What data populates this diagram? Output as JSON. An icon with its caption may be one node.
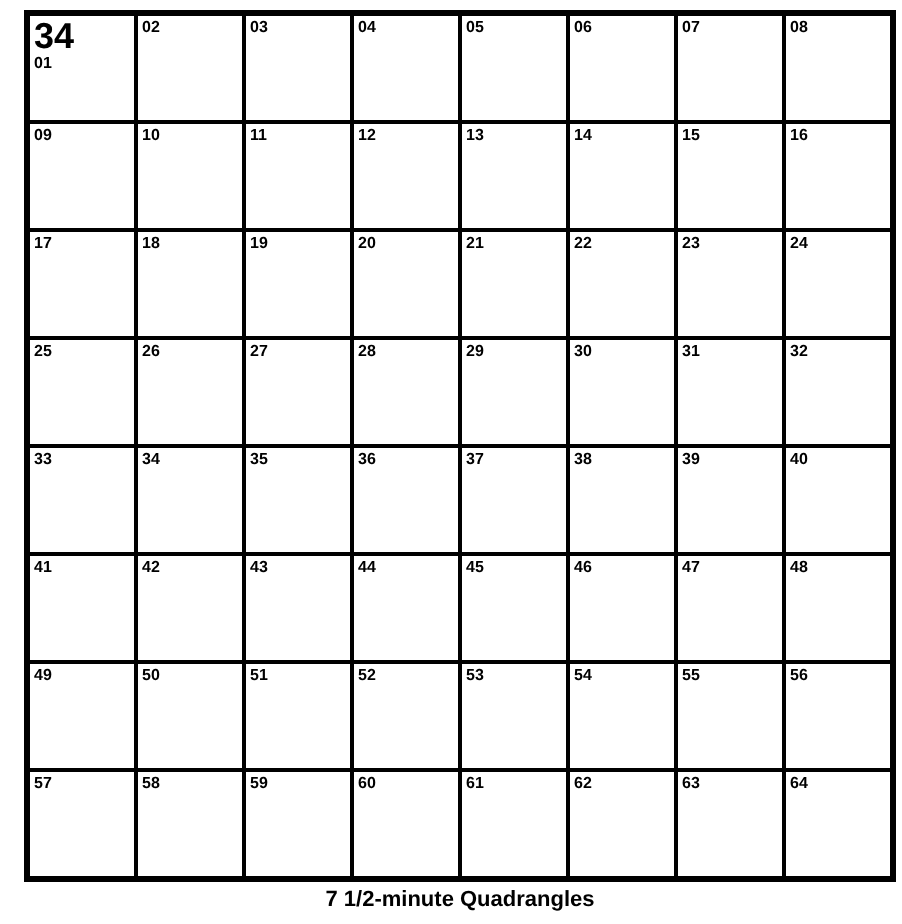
{
  "diagram": {
    "caption": "7 1/2-minute Quadrangles",
    "nodes": [
      {
        "text": [
          "34",
          "01"
        ]
      },
      {
        "text": [
          "02"
        ]
      },
      {
        "text": [
          "03"
        ]
      },
      {
        "text": [
          "04"
        ]
      },
      {
        "text": [
          "05"
        ]
      },
      {
        "text": [
          "06"
        ]
      },
      {
        "text": [
          "07"
        ]
      },
      {
        "text": [
          "08"
        ]
      },
      {
        "text": [
          "09"
        ]
      },
      {
        "text": [
          "10"
        ]
      },
      {
        "text": [
          "11"
        ]
      },
      {
        "text": [
          "12"
        ]
      },
      {
        "text": [
          "13"
        ]
      },
      {
        "text": [
          "14"
        ]
      },
      {
        "text": [
          "15"
        ]
      },
      {
        "text": [
          "16"
        ]
      },
      {
        "text": [
          "17"
        ]
      },
      {
        "text": [
          "18"
        ]
      },
      {
        "text": [
          "19"
        ]
      },
      {
        "text": [
          "20"
        ]
      },
      {
        "text": [
          "21"
        ]
      },
      {
        "text": [
          "22"
        ]
      },
      {
        "text": [
          "23"
        ]
      },
      {
        "text": [
          "24"
        ]
      },
      {
        "text": [
          "25"
        ]
      },
      {
        "text": [
          "26"
        ]
      },
      {
        "text": [
          "27"
        ]
      },
      {
        "text": [
          "28"
        ]
      },
      {
        "text": [
          "29"
        ]
      },
      {
        "text": [
          "30"
        ]
      },
      {
        "text": [
          "31"
        ]
      },
      {
        "text": [
          "32"
        ]
      },
      {
        "text": [
          "33"
        ]
      },
      {
        "text": [
          "34"
        ]
      },
      {
        "text": [
          "35"
        ]
      },
      {
        "text": [
          "36"
        ]
      },
      {
        "text": [
          "37"
        ]
      },
      {
        "text": [
          "38"
        ]
      },
      {
        "text": [
          "39"
        ]
      },
      {
        "text": [
          "40"
        ]
      },
      {
        "text": [
          "41"
        ]
      },
      {
        "text": [
          "42"
        ]
      },
      {
        "text": [
          "43"
        ]
      },
      {
        "text": [
          "44"
        ]
      },
      {
        "text": [
          "45"
        ]
      },
      {
        "text": [
          "46"
        ]
      },
      {
        "text": [
          "47"
        ]
      },
      {
        "text": [
          "48"
        ]
      },
      {
        "text": [
          "49"
        ]
      },
      {
        "text": [
          "50"
        ]
      },
      {
        "text": [
          "51"
        ]
      },
      {
        "text": [
          "52"
        ]
      },
      {
        "text": [
          "53"
        ]
      },
      {
        "text": [
          "54"
        ]
      },
      {
        "text": [
          "55"
        ]
      },
      {
        "text": [
          "56"
        ]
      },
      {
        "text": [
          "57"
        ]
      },
      {
        "text": [
          "58"
        ]
      },
      {
        "text": [
          "59"
        ]
      },
      {
        "text": [
          "60"
        ]
      },
      {
        "text": [
          "61"
        ]
      },
      {
        "text": [
          "62"
        ]
      },
      {
        "text": [
          "63"
        ]
      },
      {
        "text": [
          "64"
        ]
      }
    ],
    "edges": []
  }
}
